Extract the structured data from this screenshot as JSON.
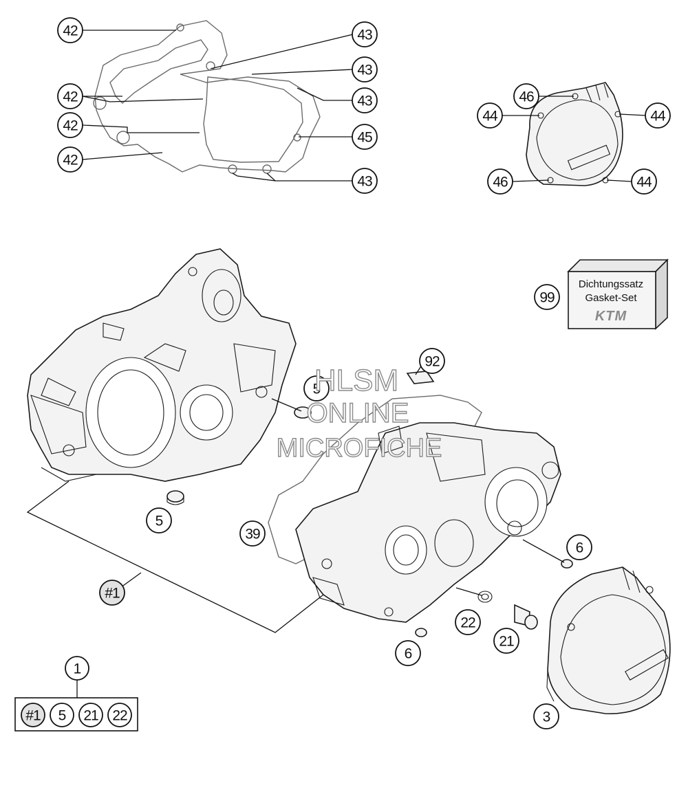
{
  "callouts": {
    "c42a": "42",
    "c42b": "42",
    "c42c": "42",
    "c42d": "42",
    "c43a": "43",
    "c43b": "43",
    "c43c": "43",
    "c43d": "43",
    "c45": "45",
    "c46a": "46",
    "c46b": "46",
    "c44a": "44",
    "c44b": "44",
    "c44c": "44",
    "c99": "99",
    "c92": "92",
    "c5a": "5",
    "c5b": "5",
    "c39": "39",
    "c6a": "6",
    "c6b": "6",
    "c22": "22",
    "c21": "21",
    "c3": "3",
    "cset": "#1",
    "c1": "1"
  },
  "kit": {
    "items": [
      "#1",
      "5",
      "21",
      "22"
    ]
  },
  "gasket_box": {
    "line1": "Dichtungssatz",
    "line2": "Gasket-Set",
    "logo": "KTM"
  },
  "watermark": {
    "line1": "HLSM",
    "line2": "ONLINE",
    "line3": "MICROFICHE"
  }
}
